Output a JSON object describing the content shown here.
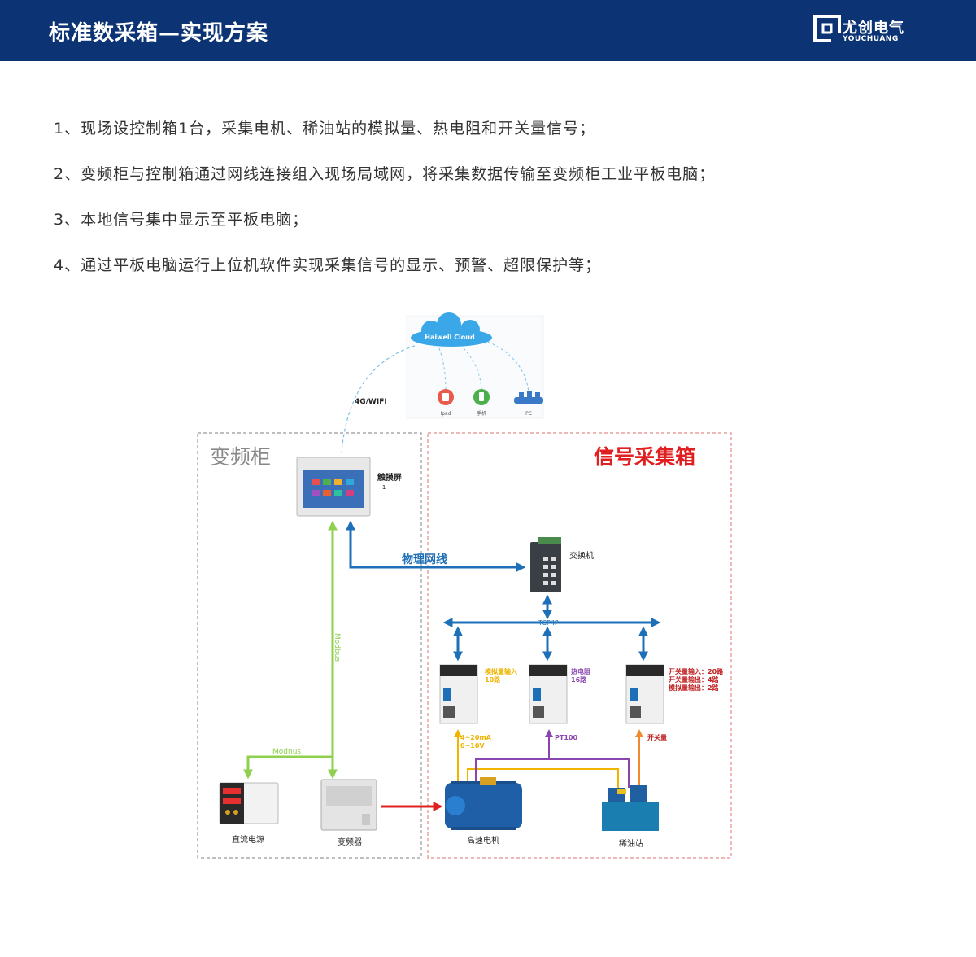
{
  "header": {
    "title": "标准数采箱—实现方案",
    "logo_cn": "尤创电气",
    "logo_en": "YOUCHUANG"
  },
  "points": [
    "1、现场设控制箱1台，采集电机、稀油站的模拟量、热电阻和开关量信号；",
    "2、变频柜与控制箱通过网线连接组入现场局域网，将采集数据传输至变频柜工业平板电脑；",
    "3、本地信号集中显示至平板电脑；",
    "4、通过平板电脑运行上位机软件实现采集信号的显示、预警、超限保护等；"
  ],
  "diagram": {
    "cloud_label": "Haiwell Cloud",
    "wireless_label": "4G/WIFI",
    "devices": {
      "ipad": "Ipad",
      "phone": "手机",
      "pc": "PC"
    },
    "cabinet_title": "变频柜",
    "collector_title": "信号采集箱",
    "touchscreen_label": "触摸屏",
    "touchscreen_sub": "~1",
    "network_label": "物理网线",
    "switch_label": "交换机",
    "tcpip_label": "TCP/IP",
    "modbus_vertical": "Modbus",
    "modbus_horizontal": "Modnus",
    "module1": [
      "模拟量输入",
      "10路"
    ],
    "module2": [
      "热电阻",
      "16路"
    ],
    "module3": [
      "开关量输入：20路",
      "开关量输出：4路",
      "模拟量输出：2路"
    ],
    "signal1": [
      "4~20mA",
      "0~10V"
    ],
    "signal2": "PT100",
    "signal3": "开关量",
    "dc_power": "直流电源",
    "inverter": "变频器",
    "motor": "高速电机",
    "oil_station": "稀油站"
  },
  "colors": {
    "header_bg": "#0c3474",
    "blue_arrow": "#1d6fb8",
    "green_arrow": "#8fd14f",
    "red_arrow": "#e02020",
    "yellow_line": "#f0b400",
    "purple_line": "#8a45b0",
    "orange_line": "#f08a30",
    "collector_title": "#e02020"
  }
}
